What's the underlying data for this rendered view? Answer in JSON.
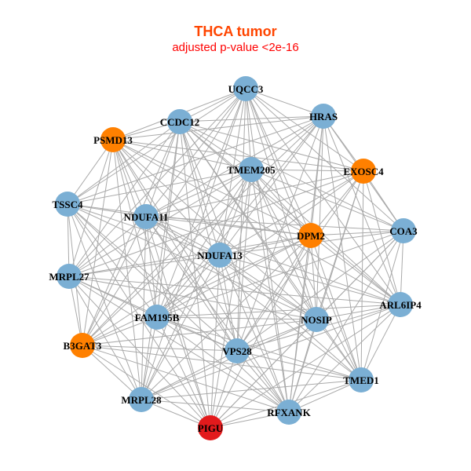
{
  "title": "THCA tumor",
  "subtitle": "adjusted p-value <2e-16",
  "colors": {
    "blue": "#7bafd4",
    "orange": "#ff8000",
    "red": "#e31a1c",
    "edge": "#aaaaaa"
  },
  "nodes": [
    {
      "label": "UQCC3",
      "group": "blue"
    },
    {
      "label": "HRAS",
      "group": "blue"
    },
    {
      "label": "CCDC12",
      "group": "blue"
    },
    {
      "label": "PSMD13",
      "group": "orange"
    },
    {
      "label": "TMEM205",
      "group": "blue"
    },
    {
      "label": "EXOSC4",
      "group": "orange"
    },
    {
      "label": "TSSC4",
      "group": "blue"
    },
    {
      "label": "NDUFA11",
      "group": "blue"
    },
    {
      "label": "DPM2",
      "group": "orange"
    },
    {
      "label": "COA3",
      "group": "blue"
    },
    {
      "label": "NDUFA13",
      "group": "blue"
    },
    {
      "label": "MRPL27",
      "group": "blue"
    },
    {
      "label": "ARL6IP4",
      "group": "blue"
    },
    {
      "label": "FAM195B",
      "group": "blue"
    },
    {
      "label": "NOSIP",
      "group": "blue"
    },
    {
      "label": "B3GAT3",
      "group": "orange"
    },
    {
      "label": "VPS28",
      "group": "blue"
    },
    {
      "label": "TMED1",
      "group": "blue"
    },
    {
      "label": "MRPL28",
      "group": "blue"
    },
    {
      "label": "RFXANK",
      "group": "blue"
    },
    {
      "label": "PIGU",
      "group": "red"
    }
  ],
  "edges": "complete",
  "absent_edges": [
    [
      3,
      9
    ],
    [
      6,
      9
    ],
    [
      6,
      12
    ],
    [
      11,
      9
    ],
    [
      15,
      9
    ],
    [
      15,
      12
    ],
    [
      18,
      1
    ],
    [
      18,
      5
    ],
    [
      20,
      1
    ],
    [
      20,
      5
    ],
    [
      20,
      0
    ],
    [
      6,
      17
    ],
    [
      11,
      17
    ],
    [
      3,
      17
    ],
    [
      6,
      5
    ],
    [
      15,
      5
    ],
    [
      11,
      1
    ],
    [
      18,
      9
    ]
  ]
}
